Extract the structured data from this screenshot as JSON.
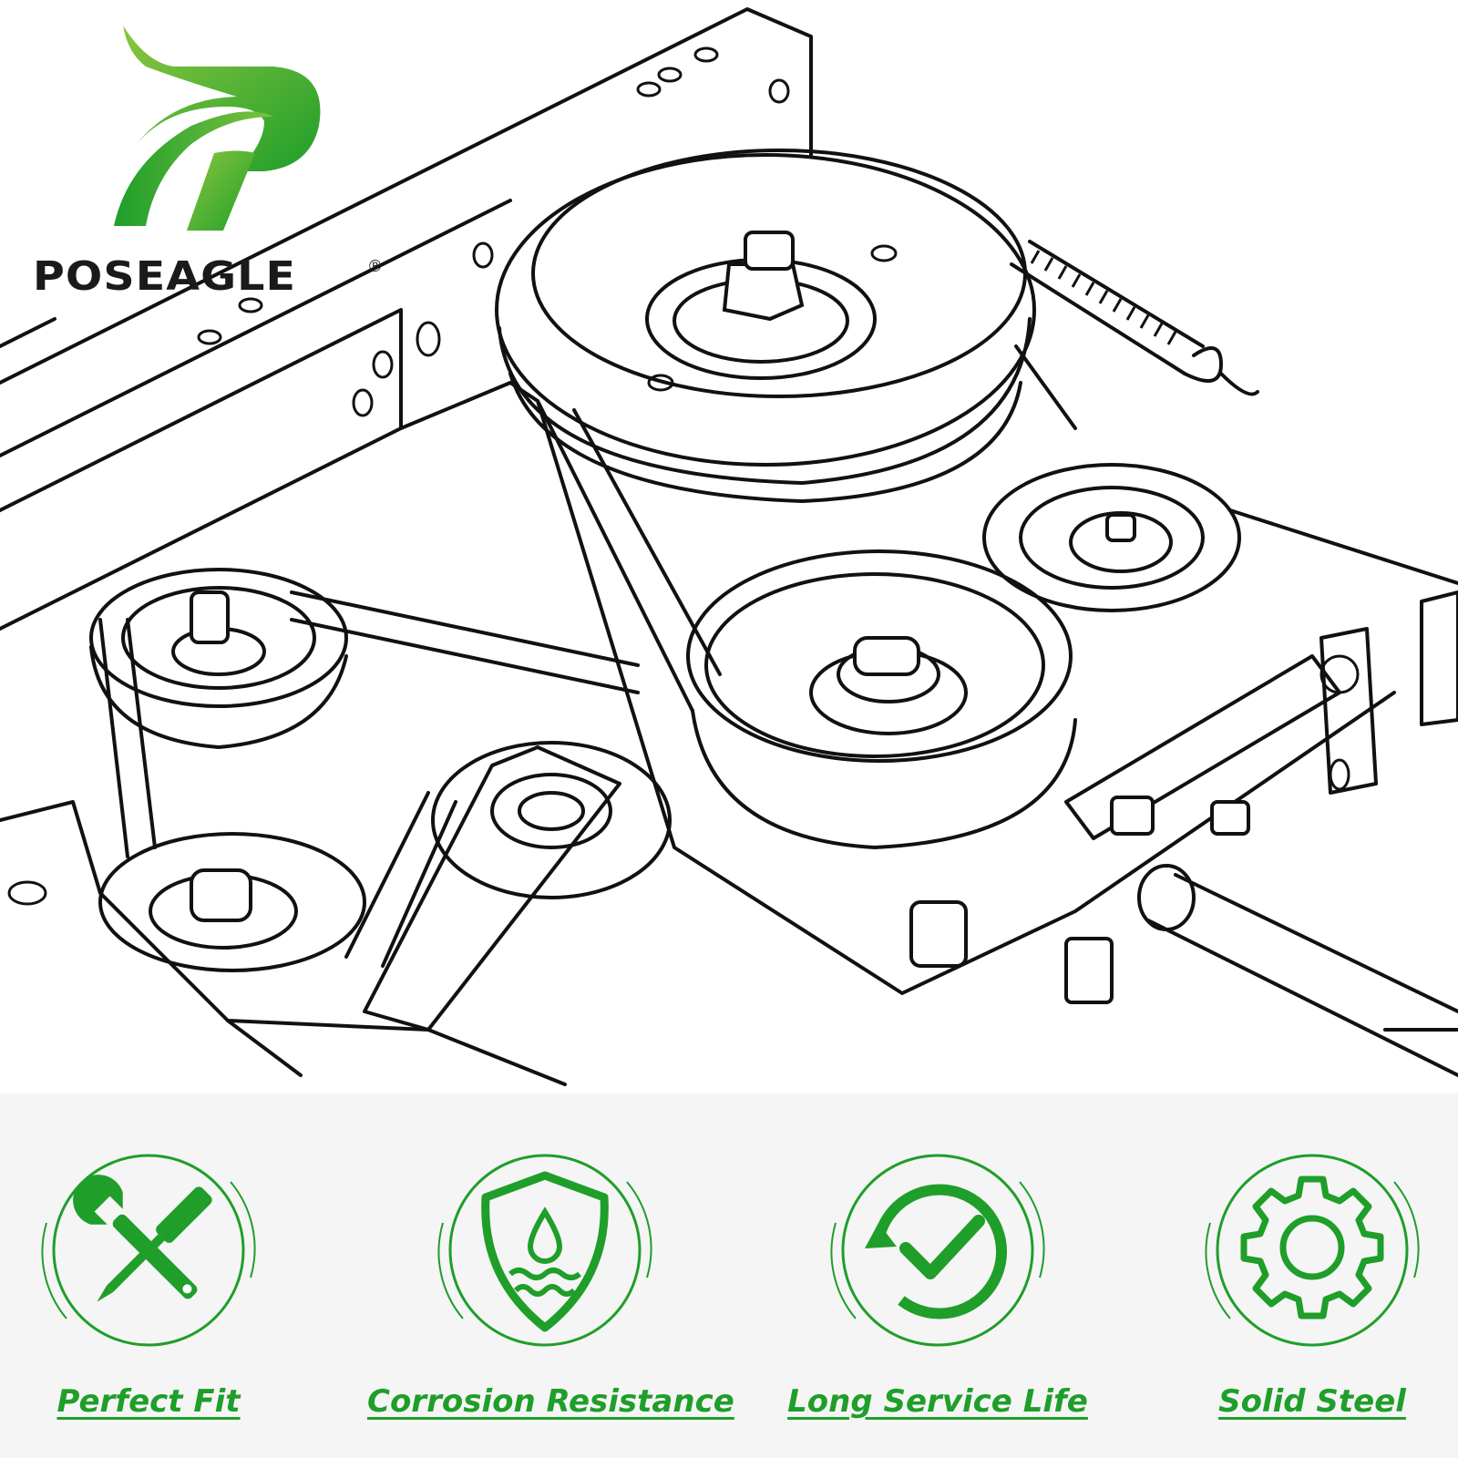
{
  "brand": {
    "name": "POSEAGLE",
    "registered_mark": "®",
    "logo_icon": "eagle-p-logo",
    "primary_color": "#2aa52f",
    "secondary_color": "#8cc63f"
  },
  "illustration": {
    "icon": "mower-deck-belt-pulley-line-art"
  },
  "features": [
    {
      "label": "Perfect Fit",
      "icon": "wrench-screwdriver-icon"
    },
    {
      "label": "Corrosion Resistance",
      "icon": "shield-water-drop-icon"
    },
    {
      "label": "Long Service Life",
      "icon": "circular-arrow-check-icon"
    },
    {
      "label": "Solid Steel",
      "icon": "gear-icon"
    }
  ],
  "colors": {
    "feature_green": "#1f9e2a",
    "panel_background": "#f5f5f5",
    "line_art": "#111111"
  }
}
